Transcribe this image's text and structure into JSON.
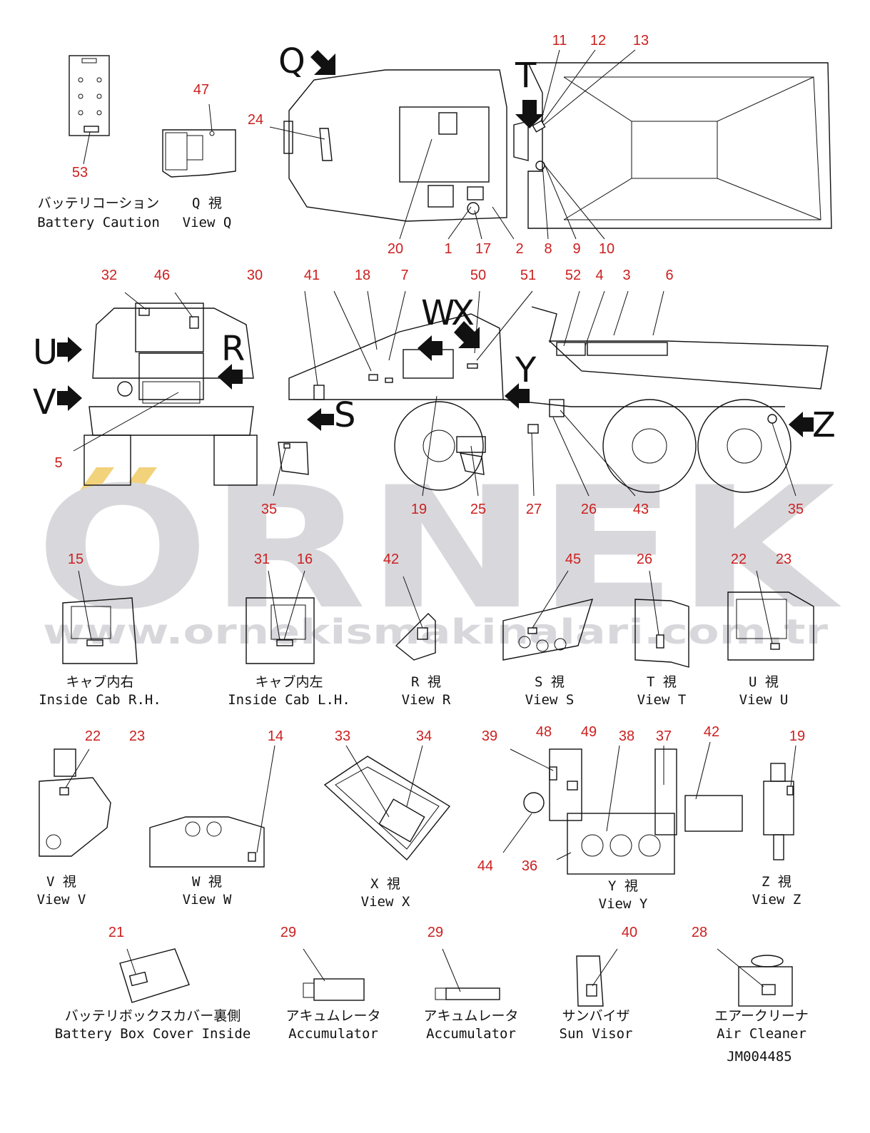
{
  "watermark": {
    "main": "ORNEK",
    "url": "www.ornekismakinalari.com.tr"
  },
  "drawing_code": "JM004485",
  "big_letters": {
    "Q": "Q",
    "T": "T",
    "U": "U",
    "V": "V",
    "R": "R",
    "W": "W",
    "X": "X",
    "Y": "Y",
    "S": "S",
    "Z": "Z"
  },
  "callouts": {
    "c1": "1",
    "c2": "2",
    "c3": "3",
    "c4": "4",
    "c5": "5",
    "c6": "6",
    "c7": "7",
    "c8": "8",
    "c9": "9",
    "c10": "10",
    "c11": "11",
    "c12": "12",
    "c13": "13",
    "c14": "14",
    "c15": "15",
    "c16": "16",
    "c17": "17",
    "c18": "18",
    "c19a": "19",
    "c19b": "19",
    "c20": "20",
    "c21": "21",
    "c22a": "22",
    "c22b": "22",
    "c23a": "23",
    "c23b": "23",
    "c24": "24",
    "c25": "25",
    "c26a": "26",
    "c26b": "26",
    "c27": "27",
    "c28": "28",
    "c29a": "29",
    "c29b": "29",
    "c30": "30",
    "c31": "31",
    "c32": "32",
    "c33": "33",
    "c34": "34",
    "c35a": "35",
    "c35b": "35",
    "c36": "36",
    "c37": "37",
    "c38": "38",
    "c39": "39",
    "c40": "40",
    "c41": "41",
    "c42a": "42",
    "c42b": "42",
    "c43": "43",
    "c44": "44",
    "c45": "45",
    "c46": "46",
    "c47": "47",
    "c48": "48",
    "c49": "49",
    "c50": "50",
    "c51": "51",
    "c52": "52",
    "c53": "53"
  },
  "captions": {
    "battery_caution": {
      "jp": "バッテリコーション",
      "en": "Battery Caution"
    },
    "view_q": {
      "jp": "Q 視",
      "en": "View Q"
    },
    "inside_cab_rh": {
      "jp": "キャブ内右",
      "en": "Inside Cab R.H."
    },
    "inside_cab_lh": {
      "jp": "キャブ内左",
      "en": "Inside Cab L.H."
    },
    "view_r": {
      "jp": "R 視",
      "en": "View R"
    },
    "view_s": {
      "jp": "S 視",
      "en": "View S"
    },
    "view_t": {
      "jp": "T 視",
      "en": "View T"
    },
    "view_u": {
      "jp": "U 視",
      "en": "View U"
    },
    "view_v": {
      "jp": "V 視",
      "en": "View V"
    },
    "view_w": {
      "jp": "W 視",
      "en": "View W"
    },
    "view_x": {
      "jp": "X 視",
      "en": "View X"
    },
    "view_y": {
      "jp": "Y 視",
      "en": "View Y"
    },
    "view_z": {
      "jp": "Z 視",
      "en": "View Z"
    },
    "battery_box": {
      "jp": "バッテリボックスカバー裏側",
      "en": "Battery Box Cover Inside"
    },
    "accumulator1": {
      "jp": "アキュムレータ",
      "en": "Accumulator"
    },
    "accumulator2": {
      "jp": "アキュムレータ",
      "en": "Accumulator"
    },
    "sun_visor": {
      "jp": "サンバイザ",
      "en": "Sun Visor"
    },
    "air_cleaner": {
      "jp": "エアークリーナ",
      "en": "Air Cleaner"
    }
  },
  "colors": {
    "callout": "#cc1f1f",
    "watermark": "#d8d8dc",
    "accent_yellow": "#f2d27a",
    "line": "#111111"
  }
}
